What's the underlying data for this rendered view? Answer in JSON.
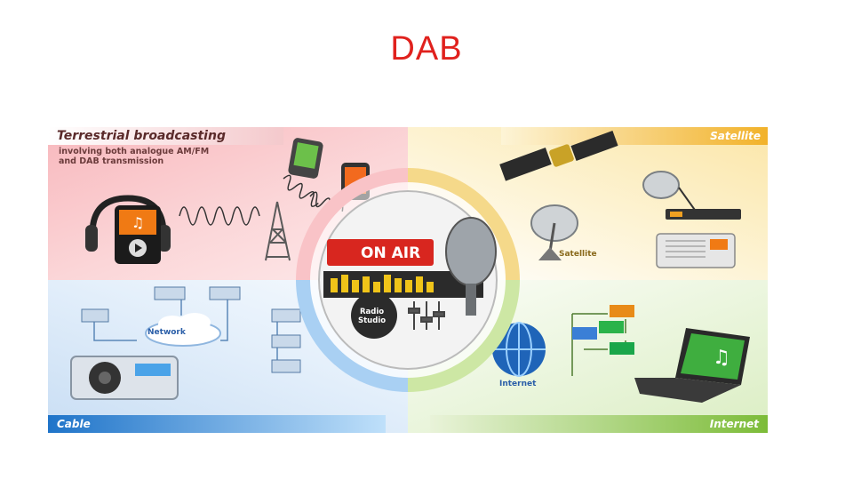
{
  "slide": {
    "title": "DAB"
  },
  "diagram": {
    "terrestrial": {
      "title": "Terrestrial broadcasting",
      "subtitle": "involving both analogue AM/FM\nand DAB transmission"
    },
    "satellite": {
      "title": "Satellite",
      "dish_label": "Satellite"
    },
    "cable": {
      "title": "Cable",
      "cloud_label": "Network"
    },
    "internet": {
      "title": "Internet",
      "globe_label": "Internet"
    },
    "center": {
      "on_air": "ON AIR",
      "studio": "Radio\nStudio"
    }
  },
  "colors": {
    "title": "#e0211d",
    "terrestrial": "#f8b8bd",
    "satellite": "#f2b22a",
    "cable": "#1f74c9",
    "internet": "#7cbc38"
  }
}
